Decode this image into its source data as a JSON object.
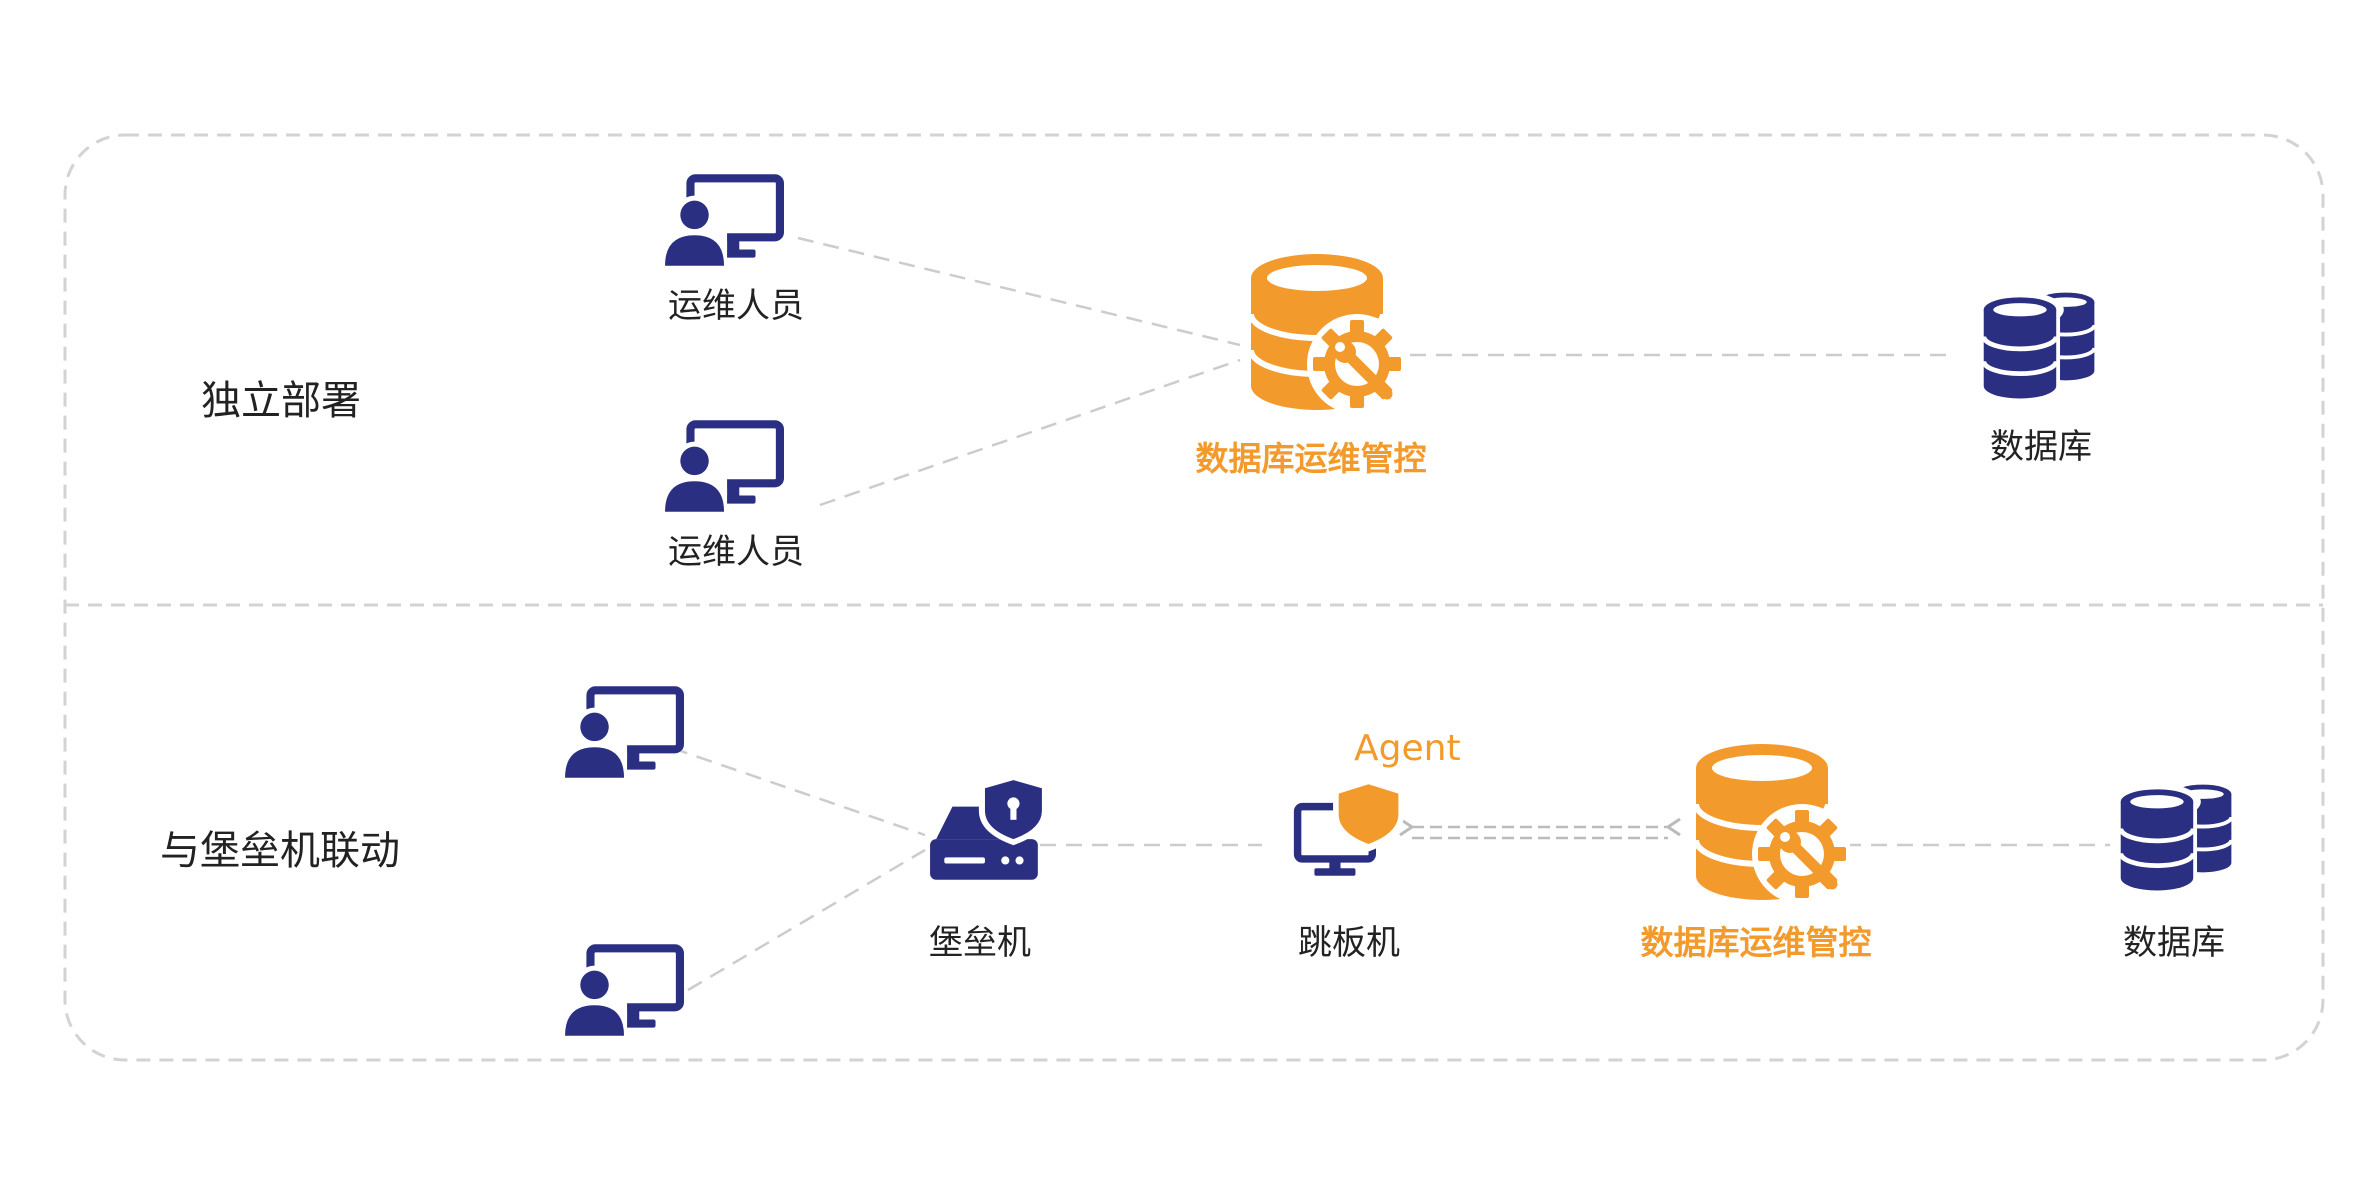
{
  "colors": {
    "navy": "#2b2f82",
    "orange": "#f39a2c",
    "dashed_line": "#cccccc",
    "border": "#d3d3d3",
    "text": "#222222"
  },
  "sections": {
    "standalone": {
      "label": "独立部署"
    },
    "bastion": {
      "label": "与堡垒机联动"
    }
  },
  "nodes": {
    "ops_user_1": {
      "label": "运维人员",
      "icon": "user-monitor-icon"
    },
    "ops_user_2": {
      "label": "运维人员",
      "icon": "user-monitor-icon"
    },
    "dbops_control_1": {
      "label": "数据库运维管控",
      "icon": "database-gear-icon"
    },
    "database_1": {
      "label": "数据库",
      "icon": "database-stack-icon"
    },
    "bastion_user_1": {
      "icon": "user-monitor-icon"
    },
    "bastion_user_2": {
      "icon": "user-monitor-icon"
    },
    "bastion_host": {
      "label": "堡垒机",
      "icon": "secure-server-icon"
    },
    "jump_host": {
      "label": "跳板机",
      "icon": "monitor-shield-icon"
    },
    "agent": {
      "label": "Agent"
    },
    "dbops_control_2": {
      "label": "数据库运维管控",
      "icon": "database-gear-icon"
    },
    "database_2": {
      "label": "数据库",
      "icon": "database-stack-icon"
    }
  }
}
